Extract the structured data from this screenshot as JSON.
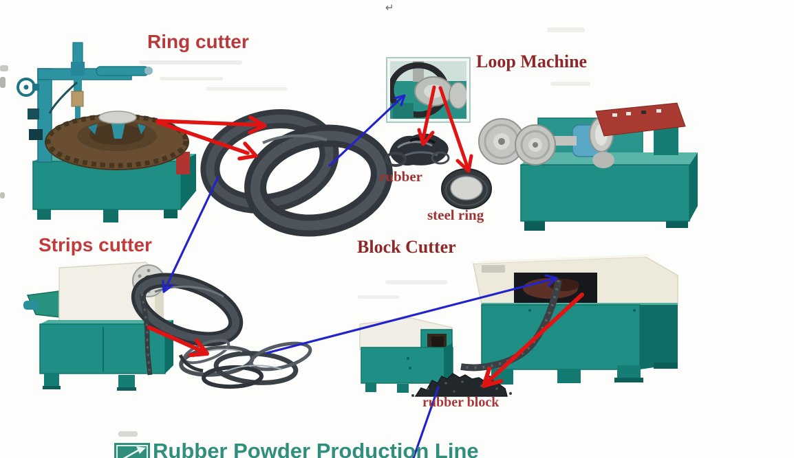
{
  "page": {
    "return_mark": "↵",
    "background_color": "#fdfdfc"
  },
  "title": {
    "text": "Rubber Powder Production Line",
    "color": "#2f8e7c",
    "logo_icon": "arrow-up-right-square"
  },
  "stations": [
    {
      "id": "ring-cutter",
      "label": "Ring cutter",
      "label_color": "#b8393c"
    },
    {
      "id": "loop-machine",
      "label": "Loop Machine",
      "label_color": "#8e2727"
    },
    {
      "id": "strips-cutter",
      "label": "Strips cutter",
      "label_color": "#c13b3d"
    },
    {
      "id": "block-cutter",
      "label": "Block Cutter",
      "label_color": "#8e2727"
    }
  ],
  "products": [
    {
      "id": "rubber",
      "label": "rubber"
    },
    {
      "id": "steel-ring",
      "label": "steel ring"
    },
    {
      "id": "rubber-block",
      "label": "rubber block"
    }
  ],
  "flow": [
    {
      "from": "ring-cutter-tire",
      "to": "cut-tire-rings",
      "style": "red-arrow"
    },
    {
      "from": "ring-cutter-tire",
      "to": "cut-tire-rings",
      "style": "red-arrow"
    },
    {
      "from": "cut-tire-rings",
      "to": "loop-machine-inset",
      "style": "blue-arrow"
    },
    {
      "from": "loop-machine-inset",
      "to": "rubber",
      "style": "red-arrow"
    },
    {
      "from": "loop-machine-inset",
      "to": "steel-ring",
      "style": "red-arrow"
    },
    {
      "from": "cut-tire-rings",
      "to": "strips-cutter",
      "style": "blue-arrow"
    },
    {
      "from": "strips-cutter",
      "to": "rubber-strips-heap",
      "style": "red-arrow"
    },
    {
      "from": "rubber-strips-heap",
      "to": "block-cutter",
      "style": "blue-arrow"
    },
    {
      "from": "block-cutter",
      "to": "rubber-block",
      "style": "red-arrow"
    },
    {
      "from": "rubber-block",
      "to": "production-line-title",
      "style": "blue-line"
    }
  ],
  "colors": {
    "machine_teal": "#1f8e85",
    "machine_teal_dark": "#0e6e66",
    "machine_teal_light": "#58b5a8",
    "machine_blue_teal": "#2e93a0",
    "cover_white": "#f1efe5",
    "arrow_red": "#e11414",
    "arrow_blue": "#2323cc",
    "tire_brown": "#6a4e31",
    "ring_gray": "#3d4348",
    "label_red_sans": "#b8393c",
    "label_red_serif": "#8e2727",
    "title_green": "#2f8e7c",
    "control_panel_red": "#a93a31"
  }
}
